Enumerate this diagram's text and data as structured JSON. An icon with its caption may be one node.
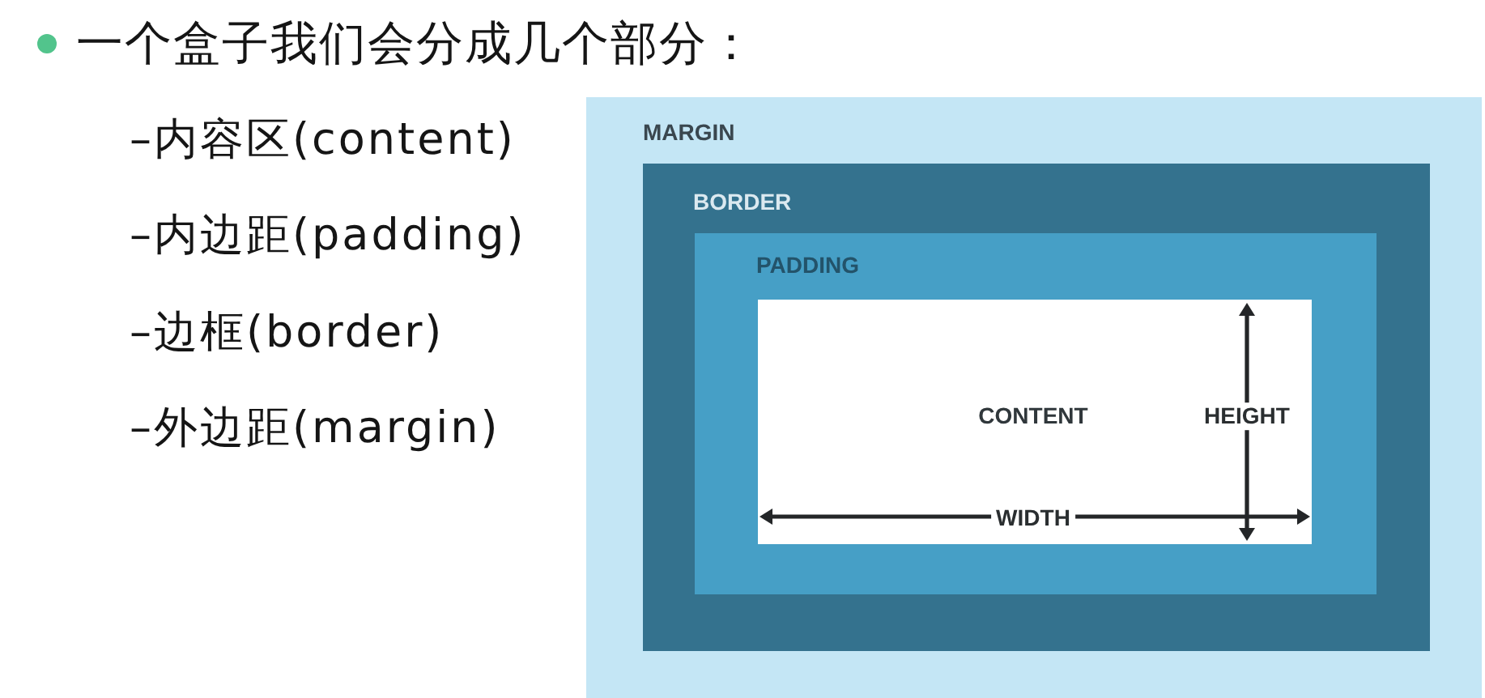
{
  "diagram": {
    "nodes": [
      {
        "text": [
          "MARGIN"
        ]
      },
      {
        "text": [
          "BORDER"
        ],
        "in": 0
      },
      {
        "text": [
          "PADDING"
        ],
        "in": 1
      },
      {
        "text": [
          "CONTENT"
        ],
        "in": 2
      }
    ],
    "labels": [
      "一个盒子我们会分成几个部分：",
      "–内容区(content)",
      "–内边距(padding)",
      "–边框(border)",
      "–外边距(margin)",
      "HEIGHT",
      "WIDTH"
    ]
  }
}
